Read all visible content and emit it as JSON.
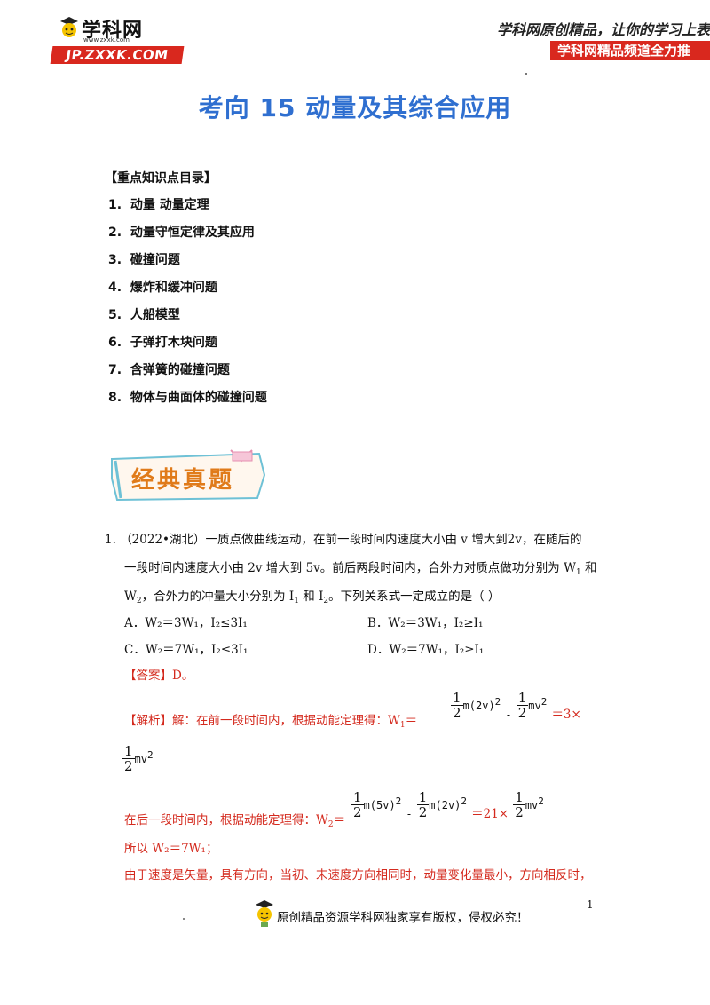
{
  "header": {
    "logo_name": "学科网",
    "logo_url_small": "www.zxxk.com",
    "logo_url": "JP.ZXXK.COM",
    "slogan": "学科网原创精品，让你的学习上表",
    "channel": "学科网精品频道全力推"
  },
  "title": "考向 15  动量及其综合应用",
  "toc": {
    "heading": "【重点知识点目录】",
    "items": [
      {
        "num": "1.",
        "label": "动量  动量定理"
      },
      {
        "num": "2.",
        "label": "动量守恒定律及其应用"
      },
      {
        "num": "3.",
        "label": "碰撞问题"
      },
      {
        "num": "4.",
        "label": "爆炸和缓冲问题"
      },
      {
        "num": "5.",
        "label": "人船模型"
      },
      {
        "num": "6.",
        "label": "子弹打木块问题"
      },
      {
        "num": "7.",
        "label": "含弹簧的碰撞问题"
      },
      {
        "num": "8.",
        "label": "物体与曲面体的碰撞问题"
      }
    ]
  },
  "section_banner": "经典真题",
  "question": {
    "number": "1.",
    "source": "（2022•湖北）",
    "line1": "一质点做曲线运动，在前一段时间内速度大小由 v 增大到2v，在随后的",
    "line2": "一段时间内速度大小由 2v 增大到 5v。前后两段时间内，合外力对质点做功分别为 W",
    "line2_end": "和",
    "line3a": "W",
    "line3b": "，合外力的冲量大小分别为 I",
    "line3c": "和 I",
    "line3d": "。下列关系式一定成立的是（        ）",
    "options": {
      "A": {
        "label": "A．",
        "text": "W₂＝3W₁，I₂≤3I₁"
      },
      "B": {
        "label": "B．",
        "text": "W₂＝3W₁，I₂≥I₁"
      },
      "C": {
        "label": "C．",
        "text": "W₂＝7W₁，I₂≤3I₁"
      },
      "D": {
        "label": "D．",
        "text": "W₂＝7W₁，I₂≥I₁"
      }
    },
    "answer_label": "【答案】",
    "answer": "D。",
    "analysis_label": "【解析】",
    "analysis_intro": "解：在前一段时间内，根据动能定理得：W",
    "eq1_tail": "＝3×",
    "analysis2_intro": "在后一段时间内，根据动能定理得：W",
    "eq2_mid": "＝21×",
    "conclusion": "所以 W₂＝7W₁；",
    "last_line": "由于速度是矢量，具有方向，当初、末速度方向相同时，动量变化量最小，方向相反时，"
  },
  "footer": {
    "text": "原创精品资源学科网独家享有版权，侵权必究！",
    "page": "1"
  }
}
